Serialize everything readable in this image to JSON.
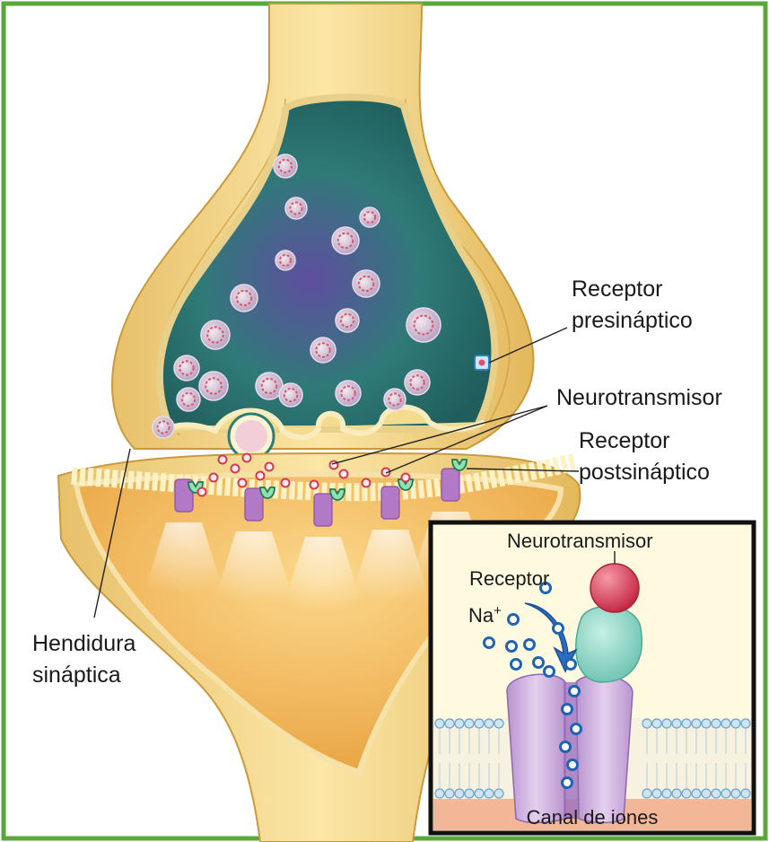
{
  "labels": {
    "presynaptic_receptor": [
      "Receptor",
      "presináptico"
    ],
    "neurotransmitter": "Neurotransmisor",
    "postsynaptic_receptor": [
      "Receptor",
      "postsináptico"
    ],
    "synaptic_cleft": [
      "Hendidura",
      "sináptica"
    ]
  },
  "inset": {
    "neurotransmitter": "Neurotransmisor",
    "receptor": "Receptor",
    "ion": "Na",
    "ion_charge": "+",
    "channel": "Canal de iones"
  },
  "colors": {
    "frame": "#5aa73a",
    "membrane": "#f2d37c",
    "terminal_interior": "#2e7c78",
    "vesicle": "#d9566a",
    "ion": "#1f63b3",
    "channel": "#c9a6d9",
    "receptor": "#8fd6c6"
  }
}
